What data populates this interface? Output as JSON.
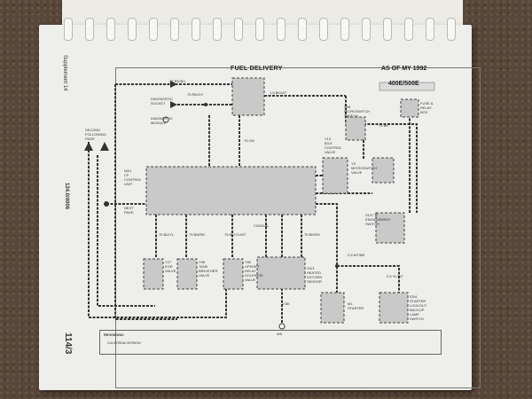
{
  "title": "FUEL DELIVERY",
  "as_of": "AS OF MY 1992",
  "models": "400E/500E",
  "supplement": "Supplement 14",
  "doc_number": "124.0/4006",
  "page_number": "114/3",
  "revisions_label": "REVISIONS:",
  "revisions_note": "CALIFORNIA VERSION",
  "components": {
    "control_unit": "N3/1\nCF\nCONTROL\nUNIT",
    "diag_socket": "DIAGNOSTIC\nSOCKET",
    "diag_module": "DIAGNOSTIC\nMODULE",
    "second_following_page": "SECOND\nFOLLOWING\nPAGE",
    "next_page": "NEXT\nPAGE",
    "egr_valve": "Y27\nEGR\nVALVE",
    "tank_breather": "Y58\nTANK\nBREATHER\nVALVE",
    "upshift_delay": "Y80\nUPSHIFT\nDELAY\nSOLENOID\nVALVE",
    "oxygen_sensor": "G3/1\nHEATED\nOXYGEN\nSENSOR",
    "starter": "M1\nSTARTER",
    "starter_lockout": "S3/4\nSTARTER\nLOCKOUT\nBACKUP\nLAMP\nSWITCH",
    "microswitch_s58": "S58\nMICROSWITCH\nSWITCH",
    "idle_valve": "Y13\nIDLE\nCONTROL\nVALVE",
    "engagement_switch": "S1/3 \"B\"\nENGAGEMENT\nSWITCH",
    "fuse_relay_box": "FUSE &\nRELAY\nBOX",
    "microswitch_valve": "Y3\nMICROSWITCH\nVALVE",
    "coaxial": "COAXIAL",
    "ground": "W5"
  },
  "wires": {
    "w1": ".75 RD/BU",
    "w2": ".75 RD/GY",
    "w3": ".75 GN",
    "w4": ".75 BK",
    "w5": "1.5 BK/WT",
    "w6": ".75 BU/YL",
    "w7": ".75 BN/RD",
    "w8": ".75 BK/YL/WT",
    "w9": "2.5 WT/BK",
    "w10": "2.5 YL/WT",
    "w11": ".75 BK/RD",
    "w12": "1 BK"
  }
}
